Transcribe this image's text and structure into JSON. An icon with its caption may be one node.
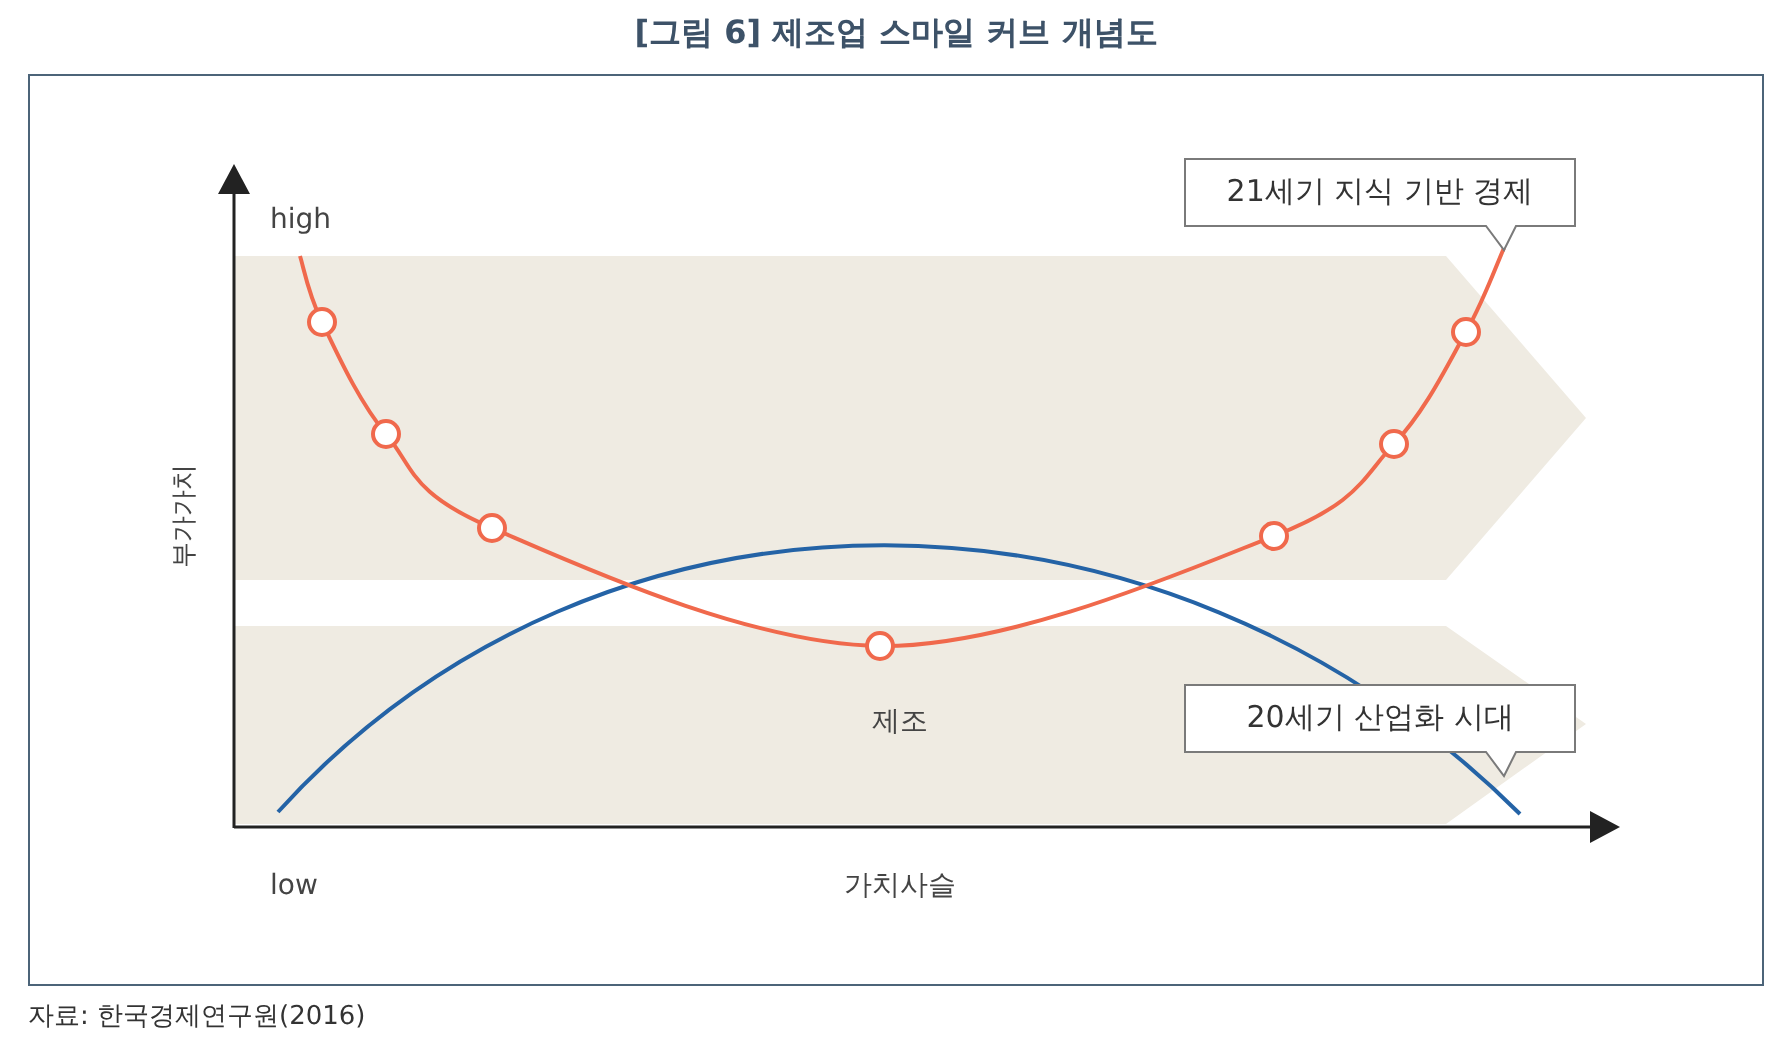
{
  "diagram": {
    "title": "[그림 6] 제조업 스마일 커브 개념도",
    "caption": "자료: 한국경제연구원(2016)",
    "nodes": [
      {
        "text": [
          "21세기 지식 기반 경제"
        ]
      },
      {
        "text": [
          "20세기 산업화 시대"
        ]
      }
    ],
    "labels": [
      "high",
      "부가가치",
      "제조",
      "low",
      "가치사슬"
    ]
  }
}
